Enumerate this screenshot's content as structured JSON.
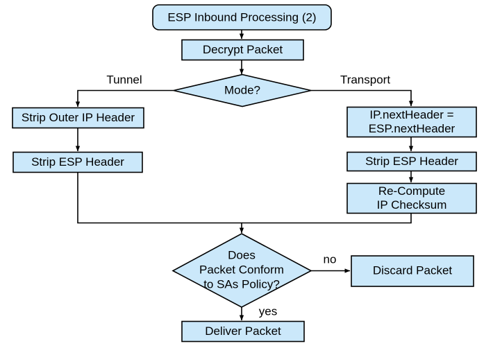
{
  "diagram": {
    "title": "ESP Inbound Processing (2)",
    "theme": {
      "node_fill": "#cbe8fa",
      "node_stroke": "#000000",
      "edge_stroke": "#000000",
      "text_color": "#000000",
      "background": "#ffffff"
    },
    "nodes": [
      {
        "id": "start",
        "type": "terminator",
        "label": "ESP Inbound Processing (2)"
      },
      {
        "id": "decrypt",
        "type": "process",
        "label": "Decrypt Packet"
      },
      {
        "id": "mode",
        "type": "decision",
        "label": "Mode?"
      },
      {
        "id": "strip-outer-ip",
        "type": "process",
        "label": "Strip Outer IP Header"
      },
      {
        "id": "strip-esp-tunnel",
        "type": "process",
        "label": "Strip ESP Header"
      },
      {
        "id": "next-header",
        "type": "process",
        "label_line1": "IP.nextHeader =",
        "label_line2": "ESP.nextHeader"
      },
      {
        "id": "strip-esp-transport",
        "type": "process",
        "label": "Strip ESP Header"
      },
      {
        "id": "recompute-checksum",
        "type": "process",
        "label_line1": "Re-Compute",
        "label_line2": "IP Checksum"
      },
      {
        "id": "conform",
        "type": "decision",
        "label_line1": "Does",
        "label_line2": "Packet Conform",
        "label_line3": "to SAs Policy?"
      },
      {
        "id": "discard",
        "type": "process",
        "label": "Discard Packet"
      },
      {
        "id": "deliver",
        "type": "process",
        "label": "Deliver Packet"
      }
    ],
    "edges": [
      {
        "id": "e-start-decrypt",
        "from": "start",
        "to": "decrypt",
        "label": ""
      },
      {
        "id": "e-decrypt-mode",
        "from": "decrypt",
        "to": "mode",
        "label": ""
      },
      {
        "id": "e-mode-tunnel",
        "from": "mode",
        "to": "strip-outer-ip",
        "label": "Tunnel"
      },
      {
        "id": "e-mode-transport",
        "from": "mode",
        "to": "next-header",
        "label": "Transport"
      },
      {
        "id": "e-outer-esp",
        "from": "strip-outer-ip",
        "to": "strip-esp-tunnel",
        "label": ""
      },
      {
        "id": "e-next-strip",
        "from": "next-header",
        "to": "strip-esp-transport",
        "label": ""
      },
      {
        "id": "e-strip-recompute",
        "from": "strip-esp-transport",
        "to": "recompute-checksum",
        "label": ""
      },
      {
        "id": "e-tunnel-merge",
        "from": "strip-esp-tunnel",
        "to": "conform",
        "label": ""
      },
      {
        "id": "e-transport-merge",
        "from": "recompute-checksum",
        "to": "conform",
        "label": ""
      },
      {
        "id": "e-conform-no",
        "from": "conform",
        "to": "discard",
        "label": "no"
      },
      {
        "id": "e-conform-yes",
        "from": "conform",
        "to": "deliver",
        "label": "yes"
      }
    ]
  }
}
